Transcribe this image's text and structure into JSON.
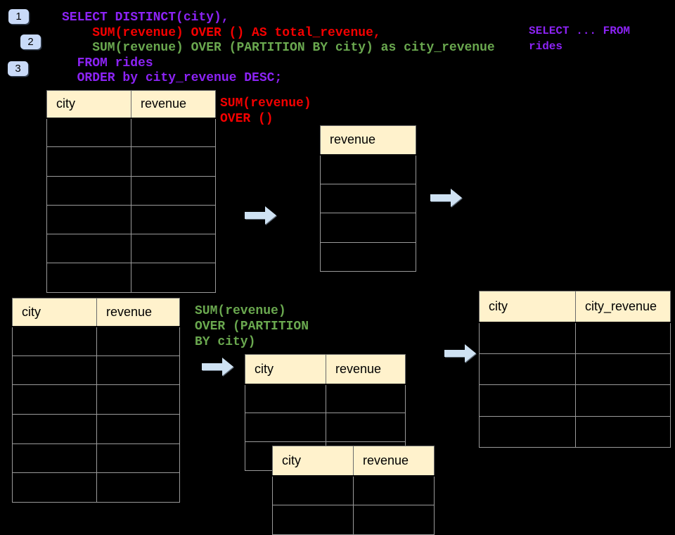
{
  "colors": {
    "background": "#000000",
    "purple": "#8C23F5",
    "red": "#F50000",
    "green": "#6AA84F",
    "table_header_fill": "#FFF2CC",
    "table_border": "#9A9A9A",
    "arrow_fill": "#CFE2F3",
    "badge_fill": "#C9DAF8"
  },
  "steps": [
    {
      "label": "1"
    },
    {
      "label": "2"
    },
    {
      "label": "3"
    }
  ],
  "code": {
    "lines": [
      {
        "text": "SELECT DISTINCT(city),",
        "color": "purple"
      },
      {
        "text": "    SUM(revenue) OVER () AS total_revenue,",
        "color": "red"
      },
      {
        "text": "    SUM(revenue) OVER (PARTITION BY city) as city_revenue",
        "color": "green"
      },
      {
        "text": "  FROM rides",
        "color": "purple"
      },
      {
        "text": "  ORDER by city_revenue DESC;",
        "color": "purple"
      }
    ]
  },
  "side_note": {
    "text": "SELECT ... FROM\nrides"
  },
  "labels": {
    "total_revenue": "SUM(revenue)\nOVER ()",
    "partition": "SUM(revenue)\nOVER (PARTITION\nBY city)"
  },
  "tables": {
    "source_top": {
      "headers": [
        "city",
        "revenue"
      ],
      "body_rows": 6
    },
    "revenue_result": {
      "headers": [
        "revenue"
      ],
      "body_rows": 4
    },
    "source_bottom": {
      "headers": [
        "city",
        "revenue"
      ],
      "body_rows": 6
    },
    "partition_mid": {
      "headers": [
        "city",
        "revenue"
      ],
      "body_rows": 3
    },
    "partition_overlay": {
      "headers": [
        "city",
        "revenue"
      ],
      "body_rows": 2
    },
    "city_revenue_result": {
      "headers": [
        "city",
        "city_revenue"
      ],
      "body_rows": 4
    }
  }
}
